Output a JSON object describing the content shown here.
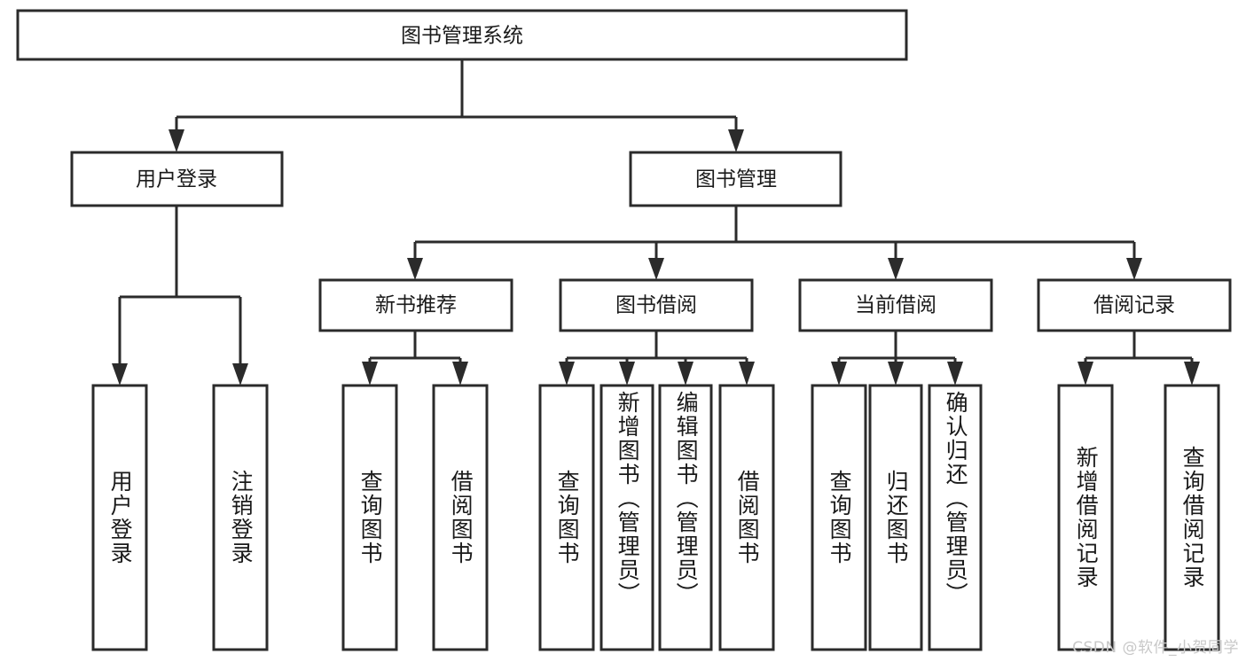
{
  "diagram": {
    "title": "图书管理系统",
    "type": "tree-hierarchy-chart",
    "root": {
      "id": "root",
      "label": "图书管理系统",
      "orientation": "horizontal"
    },
    "level2": [
      {
        "id": "user-login",
        "label": "用户登录",
        "orientation": "horizontal"
      },
      {
        "id": "book-manage",
        "label": "图书管理",
        "orientation": "horizontal"
      }
    ],
    "level3": [
      {
        "id": "new-book-rec",
        "label": "新书推荐",
        "parent": "book-manage",
        "orientation": "horizontal"
      },
      {
        "id": "book-borrow",
        "label": "图书借阅",
        "parent": "book-manage",
        "orientation": "horizontal"
      },
      {
        "id": "current-borrow",
        "label": "当前借阅",
        "parent": "book-manage",
        "orientation": "horizontal"
      },
      {
        "id": "borrow-record",
        "label": "借阅记录",
        "parent": "book-manage",
        "orientation": "horizontal"
      }
    ],
    "leaves": [
      {
        "id": "leaf-user-login",
        "label": "用户登录",
        "parent": "user-login",
        "orientation": "vertical"
      },
      {
        "id": "leaf-user-logout",
        "label": "注销登录",
        "parent": "user-login",
        "orientation": "vertical"
      },
      {
        "id": "leaf-query-book-1",
        "label": "查询图书",
        "parent": "new-book-rec",
        "orientation": "vertical"
      },
      {
        "id": "leaf-borrow-book-1",
        "label": "借阅图书",
        "parent": "new-book-rec",
        "orientation": "vertical"
      },
      {
        "id": "leaf-query-book-2",
        "label": "查询图书",
        "parent": "book-borrow",
        "orientation": "vertical"
      },
      {
        "id": "leaf-add-book",
        "label": "新增图书（管理员）",
        "parent": "book-borrow",
        "orientation": "vertical"
      },
      {
        "id": "leaf-edit-book",
        "label": "编辑图书（管理员）",
        "parent": "book-borrow",
        "orientation": "vertical"
      },
      {
        "id": "leaf-borrow-book-2",
        "label": "借阅图书",
        "parent": "book-borrow",
        "orientation": "vertical"
      },
      {
        "id": "leaf-query-book-3",
        "label": "查询图书",
        "parent": "current-borrow",
        "orientation": "vertical"
      },
      {
        "id": "leaf-return-book",
        "label": "归还图书",
        "parent": "current-borrow",
        "orientation": "vertical"
      },
      {
        "id": "leaf-confirm-return",
        "label": "确认归还（管理员）",
        "parent": "current-borrow",
        "orientation": "vertical"
      },
      {
        "id": "leaf-add-record",
        "label": "新增借阅记录",
        "parent": "borrow-record",
        "orientation": "vertical"
      },
      {
        "id": "leaf-query-record",
        "label": "查询借阅记录",
        "parent": "borrow-record",
        "orientation": "vertical"
      }
    ],
    "watermark": "CSDN @软件_小贺同学",
    "colors": {
      "stroke": "#2b2b2b",
      "fill": "#ffffff",
      "text": "#1a1a1a",
      "watermark": "#c8c8c8",
      "background": "#ffffff"
    }
  }
}
